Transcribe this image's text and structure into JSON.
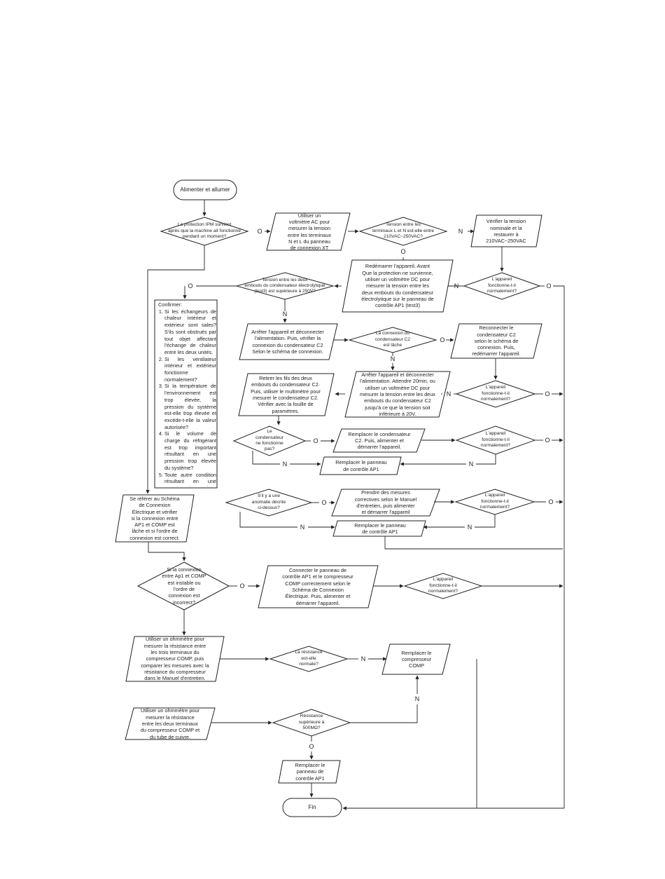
{
  "nodes": {
    "start": "Alimenter et allumer",
    "q_ipm": "La protection IPM survient\naprès que la machine ait fonctionné\npendant un moment?",
    "volt_ac": "Utiliser un\nvoltmètre AC pour\nmesurer la tension\nentre les terminaux\nN et L du panneau\nde connexion XT",
    "q_tension_ln": "Tension entre les\nterminaux L et N est-elle entre\n210VAC~250VAC?",
    "verif_tension": "Vérifier la tension\nnominale et la\nrestaurer à\n210VAC~250VAC",
    "q_app1": "L'appareil\nfonctionne-t-il\nnormalement?",
    "redemarrer": "Redémarrer l'appareil. Avant\nQue la protection ne survienne,\nutiliser un voltmètre DC pour\nmesurer la tension entre les\ndeux embouts du condensateur\nélectrolytique sur le panneau de\ncontrôle AP1 (test3)",
    "q_tension_cond": "Tension entre les deux\nembouts du condensateur électrolytique\n(test3) est supérieure à 250V?",
    "arreter1": "Arrêter l'appareil et déconnecter\nl'alimentation. Puis, vérifier la\nconnexion du condensateur C2\nSelon le schéma de connexion.",
    "q_conn_c2": "La connexion du\ncondensateur C2\nest lâche",
    "reconnecter": "Reconnecter le\ncondensateur C2\nselon le schéma de\nconnexion. Puis,\nredémarrer l'appareil.",
    "arreter2": "Arrêter l'appareil et déconnecter\nl'alimentation. Attendre 20min, ou\nutiliser un voltmètre DC pour\nmesurer la tension entre les deux\nembouts du condensateur C2\njusqu'à ce que la tension soit\ninférieure à 20V.",
    "q_app2": "L'appareil\nfonctionne-t-il\nnormalement?",
    "retirer": "Retirer les fils des deux\nembouts du condensateur C2.\nPuis, utiliser le multimètre pour\nmesurer le condensateur C2.\nVérifier avec la fouille de\nparamètres.",
    "q_cond": "Le\ncondensateur\nne fonctionne\npas?",
    "remplacer_cond": "Remplacer le condensateur\nC2. Puis, alimenter et\ndémarrer l'appareil.",
    "q_app3": "L'appareil\nfonctionne-t-il\nnormalement?",
    "remplacer_ap1_a": "Remplacer le panneau\nde contrôle AP1",
    "q_anomalie": "S'il y a une\nanomalie décrite\nci-dessus?",
    "mesures": "Prendre des mesures\ncorrectives selon le Manuel\nd'entretien, puis alimenter\net démarrer l'appareil",
    "q_app4": "L'appareil\nfonctionne-t-il\nnormalement?",
    "remplacer_ap1_b": "Remplacer le panneau\nde contrôle AP1",
    "se_referer": "Se référer au Schéma\nde Connexion\nÉlectrique et vérifier\nsi la connexion entre\nAP1 et COMP est\nlâche et si l'ordre de\nconnexion est correct.",
    "q_conn_comp": "Si la connexion\nentre Ap1 et COMP\nest instable ou\nl'ordre de\nconnexion est\nincorrect?",
    "connecter": "Connecter le panneau de\ncontrôle AP1 et le compresseur\nCOMP correctement selon le\nSchéma de Connexion\nÉlectrique. Puis, alimenter et\ndémarrer l'appareil.",
    "q_app5": "L'appareil\nfonctionne-t-il\nnormalement?",
    "ohm1": "Utiliser un ohmmètre pour\nmesurer la résistance entre\nles trois terminaux du\ncompresseur COMP, puis\ncomparer les mesures avec la\nrésistance du compresseur\ndans le Manuel d'entretien.",
    "q_resist": "La résistance\nest-elle\nnormale?",
    "remplacer_comp": "Remplacer le\ncompresseur\nCOMP",
    "ohm2": "Utiliser un ohmmètre pour\nmesurer la résistance\nentre les deux terminaux\ndu compresseur COMP et\ndu tube de cuivre.",
    "q_resist2": "Résistance\nsupérieure à\n500MΩ?",
    "remplacer_ap1_c": "Remplacer le\npanneau de\ncontrôle AP1",
    "fin": "Fin"
  },
  "checklist": {
    "title": "Confirmer:",
    "items": [
      "Si les échangeurs de chaleur intérieur et extérieur sont sales? S'ils sont obstrués par tout objet affectant l'échange de chaleur entre les deux unités.",
      "Si les ventilateur intérieur et extérieur fonctionne normalement?",
      "Si la température de l'environnement est trop élevée, la pression du système est-elle trop élevée et excède-t-elle la valeur autorisée?",
      "Si le volume de charge du réfrigérant est trop important résultant en une pression trop élevée du système?",
      "Toute autre condition résultant en une pression du système qui devient trop importante."
    ]
  },
  "labels": {
    "yes": "O",
    "no": "N"
  }
}
